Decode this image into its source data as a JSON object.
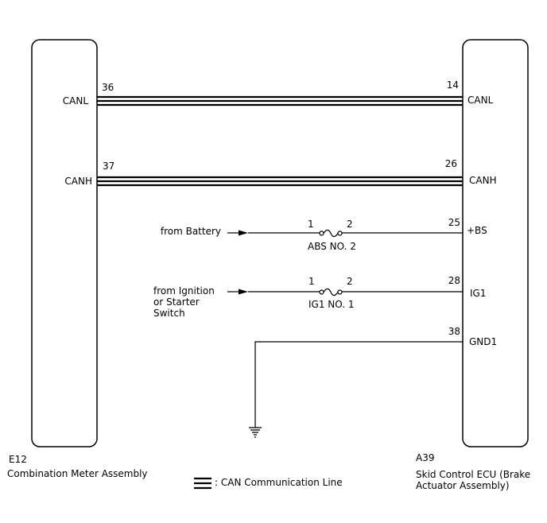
{
  "left_connector": {
    "code": "E12",
    "name": "Combination Meter Assembly",
    "pins": [
      {
        "number": "36",
        "signal": "CANL"
      },
      {
        "number": "37",
        "signal": "CANH"
      }
    ]
  },
  "right_connector": {
    "code": "A39",
    "name_line1": "Skid Control ECU (Brake",
    "name_line2": "Actuator Assembly)",
    "pins": [
      {
        "number": "14",
        "signal": "CANL"
      },
      {
        "number": "26",
        "signal": "CANH"
      },
      {
        "number": "25",
        "signal": "+BS"
      },
      {
        "number": "28",
        "signal": "IG1"
      },
      {
        "number": "38",
        "signal": "GND1"
      }
    ]
  },
  "circuits": [
    {
      "source_lines": [
        "from Battery"
      ],
      "fuse": {
        "name": "ABS NO. 2",
        "pin_in": "1",
        "pin_out": "2"
      }
    },
    {
      "source_lines": [
        "from Ignition",
        "or Starter",
        "Switch"
      ],
      "fuse": {
        "name": "IG1 NO. 1",
        "pin_in": "1",
        "pin_out": "2"
      }
    }
  ],
  "legend": {
    "can_line": ": CAN Communication Line"
  }
}
